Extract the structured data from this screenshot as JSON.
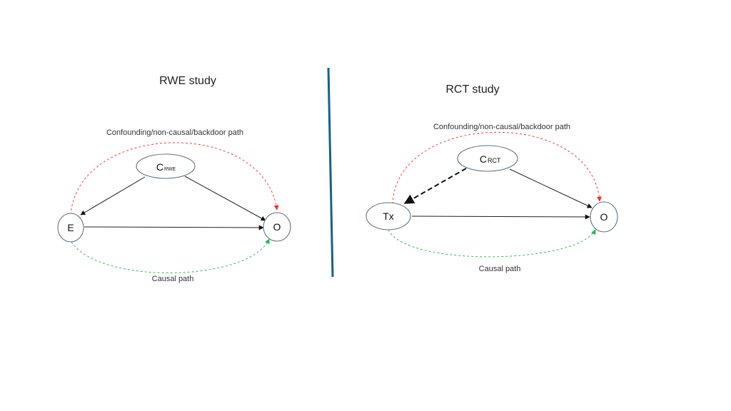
{
  "colors": {
    "divider": "#1a6182",
    "backdoor_path": "#ff3b3b",
    "causal_path": "#2fbf5f",
    "node_border": "#5f7483",
    "edge": "#222222"
  },
  "rwe": {
    "title": "RWE study",
    "backdoor_label": "Confounding/non-causal/backdoor path",
    "causal_label": "Causal path",
    "nodes": {
      "confounder": {
        "main": "C",
        "sub": "RWE"
      },
      "exposure": {
        "main": "E"
      },
      "outcome": {
        "main": "O"
      }
    },
    "edges": [
      {
        "from": "confounder",
        "to": "exposure",
        "style": "solid"
      },
      {
        "from": "confounder",
        "to": "outcome",
        "style": "solid"
      },
      {
        "from": "exposure",
        "to": "outcome",
        "style": "solid"
      },
      {
        "from": "exposure",
        "to": "outcome",
        "style": "dotted-red",
        "meaning": "backdoor path"
      },
      {
        "from": "exposure",
        "to": "outcome",
        "style": "dotted-green",
        "meaning": "causal path"
      }
    ]
  },
  "rct": {
    "title": "RCT study",
    "backdoor_label": "Confounding/non-causal/backdoor path",
    "causal_label": "Causal path",
    "nodes": {
      "confounder": {
        "main": "C",
        "sub": "RCT"
      },
      "exposure": {
        "main": "Tx"
      },
      "outcome": {
        "main": "O"
      }
    },
    "edges": [
      {
        "from": "confounder",
        "to": "exposure",
        "style": "dashed"
      },
      {
        "from": "confounder",
        "to": "outcome",
        "style": "solid"
      },
      {
        "from": "exposure",
        "to": "outcome",
        "style": "solid"
      },
      {
        "from": "exposure",
        "to": "outcome",
        "style": "dotted-red",
        "meaning": "backdoor path"
      },
      {
        "from": "exposure",
        "to": "outcome",
        "style": "dotted-green",
        "meaning": "causal path"
      }
    ]
  }
}
